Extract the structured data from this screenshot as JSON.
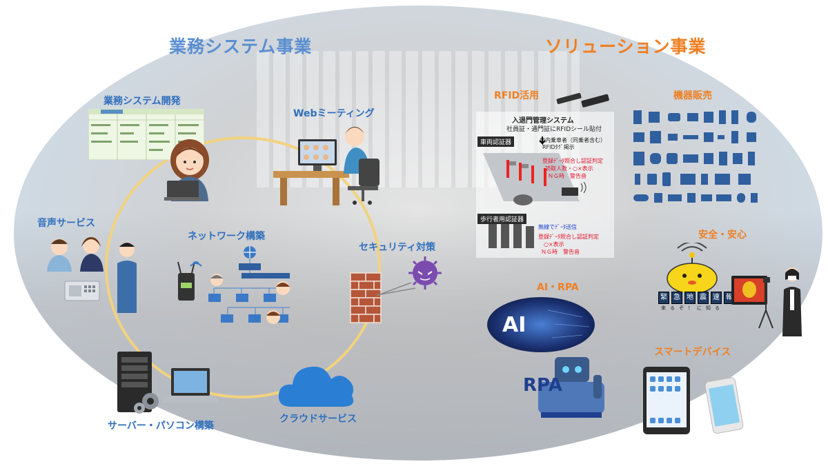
{
  "titles": {
    "business_system": "業務システム事業",
    "solution": "ソリューション事業"
  },
  "left": {
    "system_dev": "業務システム開発",
    "web_meeting": "Webミーティング",
    "voice_service": "音声サービス",
    "network": "ネットワーク構築",
    "security": "セキュリティ対策",
    "server_pc": "サーバー・パソコン構築",
    "cloud": "クラウドサービス"
  },
  "right": {
    "rfid": "RFID活用",
    "devices_sales": "機器販売",
    "safety": "安全・安心",
    "ai_rpa": "AI・RPA",
    "smart_device": "スマートデバイス",
    "ai_logo": "AI",
    "rpa_logo": "RPA"
  },
  "rfid_diagram": {
    "heading": "入退門管理システム",
    "subheading": "社員証・通門証にRFIDシール貼付",
    "vehicle_gate": "車両認証器",
    "vehicle_note1": "車内乗車者（同乗者含む）",
    "vehicle_note2": "RFIDﾀｸﾞ掲示",
    "vehicle_red1": "登録ﾃﾞｰﾀ照合し認証判定",
    "vehicle_red2": "読取人数・○×表示",
    "vehicle_red3": "ＮＧ時　警告音",
    "walker_gate": "歩行者用認証器",
    "walker_note": "無線でﾃﾞｰﾀ送信",
    "walker_red1": "登録ﾃﾞｰﾀ照合し認証判定",
    "walker_red2": "○×表示",
    "walker_red3": "ＮＧ時　警告音"
  },
  "quake_alert": {
    "chars": [
      "緊",
      "急",
      "地",
      "震",
      "速",
      "報"
    ],
    "sub": "来るぞ！に知る"
  },
  "colors": {
    "blue_label": "#2f6fbd",
    "orange_label": "#ee7f23",
    "ring": "#f2d27e",
    "cloud": "#2a7fd4",
    "virus": "#7b4bb0",
    "firewall": "#b5563a"
  }
}
